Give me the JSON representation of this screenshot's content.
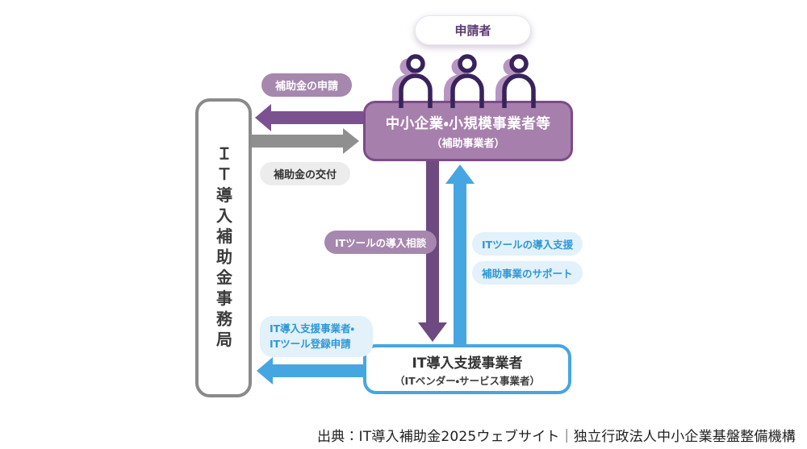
{
  "applicant": {
    "label": "申請者"
  },
  "boxes": {
    "office": {
      "label": "ＩＴ導入補助金事務局"
    },
    "business": {
      "title": "中小企業・小規模事業者等",
      "subtitle": "（補助事業者）"
    },
    "vendor": {
      "title": "IT導入支援事業者",
      "subtitle": "（ITベンダー・サービス事業者）"
    }
  },
  "arrows": {
    "subsidy_application": {
      "label": "補助金の申請",
      "direction": "left",
      "color": "#7c5190",
      "from": "中小企業・小規模事業者等",
      "to": "ＩＴ導入補助金事務局"
    },
    "subsidy_grant": {
      "label": "補助金の交付",
      "direction": "right",
      "color": "#8f8f8f",
      "from": "ＩＴ導入補助金事務局",
      "to": "中小企業・小規模事業者等"
    },
    "tool_consultation": {
      "label": "ITツールの導入相談",
      "direction": "down",
      "color": "#6d4a80",
      "from": "中小企業・小規模事業者等",
      "to": "IT導入支援事業者"
    },
    "tool_support": {
      "labels": [
        "ITツールの導入支援",
        "補助事業のサポート"
      ],
      "direction": "up",
      "color": "#45a6e2",
      "from": "IT導入支援事業者",
      "to": "中小企業・小規模事業者等"
    },
    "vendor_registration": {
      "label_line1": "IT導入支援事業者・",
      "label_line2": "ITツール登録申請",
      "direction": "left",
      "color": "#45a6e2",
      "from": "IT導入支援事業者",
      "to": "ＩＴ導入補助金事務局"
    }
  },
  "icons": {
    "people": "person-icon ×3"
  },
  "colors": {
    "dark_purple": "#3a2356",
    "purple_arrow_h": "#7c5190",
    "purple_arrow_v": "#6d4a80",
    "purple_box_fill": "#a77fad",
    "purple_box_border": "#7b4c87",
    "purple_pill": "#a687ae",
    "person_silhouette": "#b795c2",
    "gray_arrow": "#8f8f8f",
    "gray_border": "#8a8a8a",
    "gray_pill": "#ececec",
    "blue": "#45a6e2",
    "light_blue_pill": "#e2f1fa",
    "blue_text": "#2f98d6"
  },
  "caption": "出典：IT導入補助金2025ウェブサイト｜独立行政法人中小企業基盤整備機構"
}
